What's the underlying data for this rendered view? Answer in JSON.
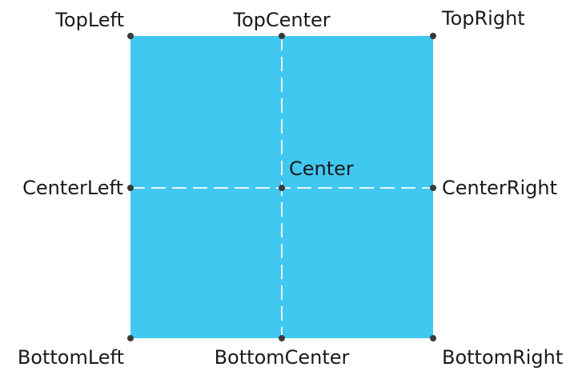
{
  "colors": {
    "square_fill": "#41C8F1",
    "guide_line": "#E6F7FD",
    "anchor_dot": "#3A3A3A",
    "label_text": "#1A1A1A"
  },
  "labels": {
    "top_left": "TopLeft",
    "top_center": "TopCenter",
    "top_right": "TopRight",
    "center_left": "CenterLeft",
    "center": "Center",
    "center_right": "CenterRight",
    "bottom_left": "BottomLeft",
    "bottom_center": "BottomCenter",
    "bottom_right": "BottomRight"
  }
}
